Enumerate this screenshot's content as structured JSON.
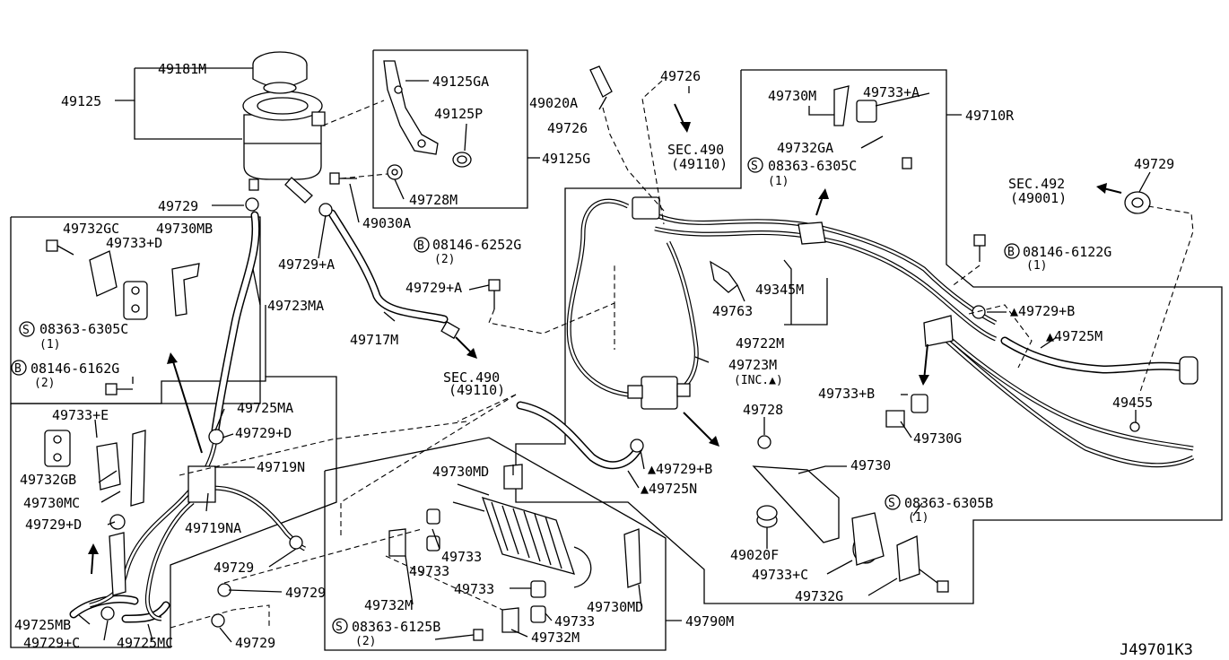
{
  "diagram_code": "J49701K3",
  "labels": {
    "l49181M": "49181M",
    "l49125": "49125",
    "l49125GA": "49125GA",
    "l49125P": "49125P",
    "l49125G": "49125G",
    "l49728M": "49728M",
    "l49030A": "49030A",
    "l49020A": "49020A",
    "l49726a": "49726",
    "l49726b": "49726",
    "sec490a": "SEC.490",
    "sec490a_ref": "(49110)",
    "sec490b": "SEC.490",
    "sec490b_ref": "(49110)",
    "l49730M": "49730M",
    "l49733A": "49733+A",
    "l49710R": "49710R",
    "l49732GA": "49732GA",
    "s08363_6305C_r": "08363-6305C",
    "s08363_6305C_r_qty": "(1)",
    "l49729_r": "49729",
    "sec492": "SEC.492",
    "sec492_ref": "(49001)",
    "b08146_6122G": "08146-6122G",
    "b08146_6122G_qty": "(1)",
    "l49729_top": "49729",
    "l49732GC": "49732GC",
    "l49730MB": "49730MB",
    "l49733D": "49733+D",
    "l49723MA": "49723MA",
    "s08363_6305C_l": "08363-6305C",
    "s08363_6305C_l_qty": "(1)",
    "l49729A_a": "49729+A",
    "b08146_6252G": "08146-6252G",
    "b08146_6252G_qty": "(2)",
    "l49729A_b": "49729+A",
    "l49717M": "49717M",
    "l49345M": "49345M",
    "l49763": "49763",
    "l49722M": "49722M",
    "l49723M": "49723M",
    "l49723M_note": "(INC.▲)",
    "l49729B_r": "▲49729+B",
    "l49725M": "▲49725M",
    "l49455": "49455",
    "b08146_6162G": "08146-6162G",
    "b08146_6162G_qty": "(2)",
    "l49725MA": "49725MA",
    "l49729D_a": "49729+D",
    "l49733E": "49733+E",
    "l49719N": "49719N",
    "l49732GB": "49732GB",
    "l49730MC": "49730MC",
    "l49729D_b": "49729+D",
    "l49719NA": "49719NA",
    "l49733B": "49733+B",
    "l49730G": "49730G",
    "l49728": "49728",
    "l49729B_c": "▲49729+B",
    "l49725N": "▲49725N",
    "l49730": "49730",
    "l49730MD_a": "49730MD",
    "s08363_6305B": "08363-6305B",
    "s08363_6305B_qty": "(1)",
    "l49733_a": "49733",
    "l49733_b": "49733",
    "l49729_m1": "49729",
    "l49729_m2": "49729",
    "l49729_m3": "49729",
    "l49020F": "49020F",
    "l49733C": "49733+C",
    "l49732G": "49732G",
    "l49733_c": "49733",
    "l49730MD_b": "49730MD",
    "l49725MB": "49725MB",
    "l49729C": "49729+C",
    "l49725MC": "49725MC",
    "l49732M_a": "49732M",
    "l49733_d": "49733",
    "l49790M": "49790M",
    "s08363_6125B": "08363-6125B",
    "s08363_6125B_qty": "(2)",
    "l49732M_b": "49732M",
    "sym_S": "S",
    "sym_B": "B"
  }
}
